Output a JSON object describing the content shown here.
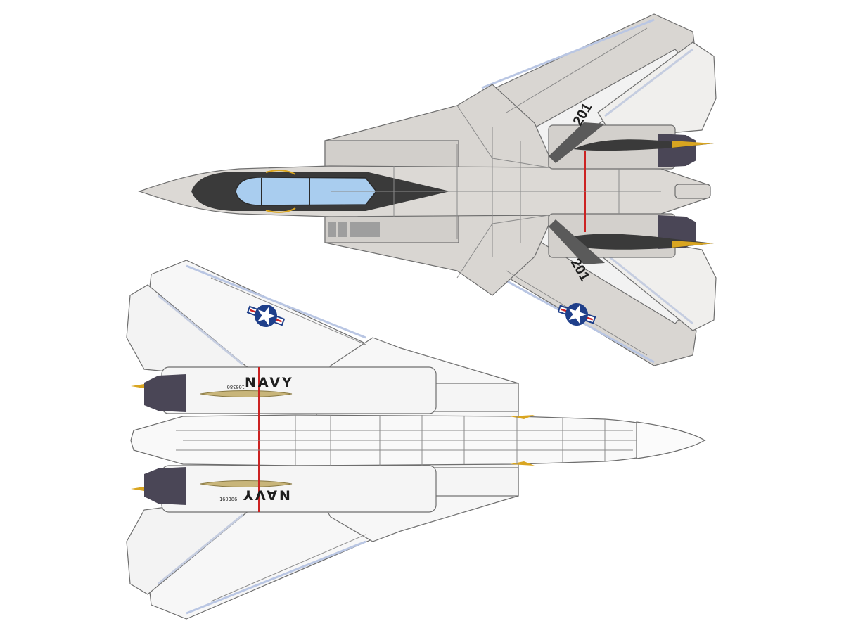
{
  "top_view": {
    "modex_right_wing": "201",
    "modex_left_wing": "201"
  },
  "bottom_view": {
    "navy_upper": "NAVY",
    "navy_lower": "NAVY",
    "serial_upper": "160386",
    "serial_lower": "160386"
  },
  "colors": {
    "top_gray": "#d9d6d2",
    "under_white": "#f7f7f7",
    "panel_line": "#8a8a8a",
    "canopy_blue": "#a9cdef",
    "anti_glare": "#3a3a3a",
    "nozzle": "#4a4656",
    "gold_tip": "#d9a520",
    "insignia_blue": "#1f3f8a",
    "stripe_red": "#cc2222"
  },
  "icons": [
    "us-roundel-icon"
  ]
}
